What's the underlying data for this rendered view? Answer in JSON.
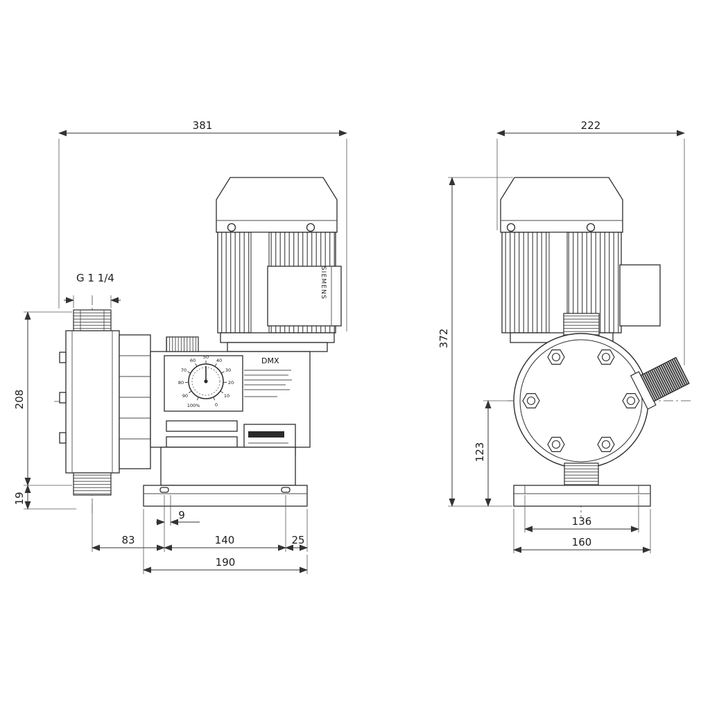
{
  "labels": {
    "model": "DMX",
    "motor_brand": "SIEMENS",
    "connection_thread": "G 1 1/4"
  },
  "dial": {
    "ticks": [
      "0",
      "10",
      "20",
      "30",
      "40",
      "50",
      "60",
      "70",
      "80",
      "90",
      "100%"
    ]
  },
  "dimensions": {
    "side_overall_width": "381",
    "front_overall_width": "222",
    "overall_height": "372",
    "inlet_height": "208",
    "base_height": "19",
    "head_center_height": "123",
    "slot_offset": "9",
    "inlet_to_slot": "83",
    "slot_spacing": "140",
    "slot_to_edge": "25",
    "base_width_side": "190",
    "bolt_spacing_front": "136",
    "base_width_front": "160"
  },
  "colors": {
    "line": "#2b2b2b",
    "dimension": "#333333",
    "background": "#ffffff"
  }
}
